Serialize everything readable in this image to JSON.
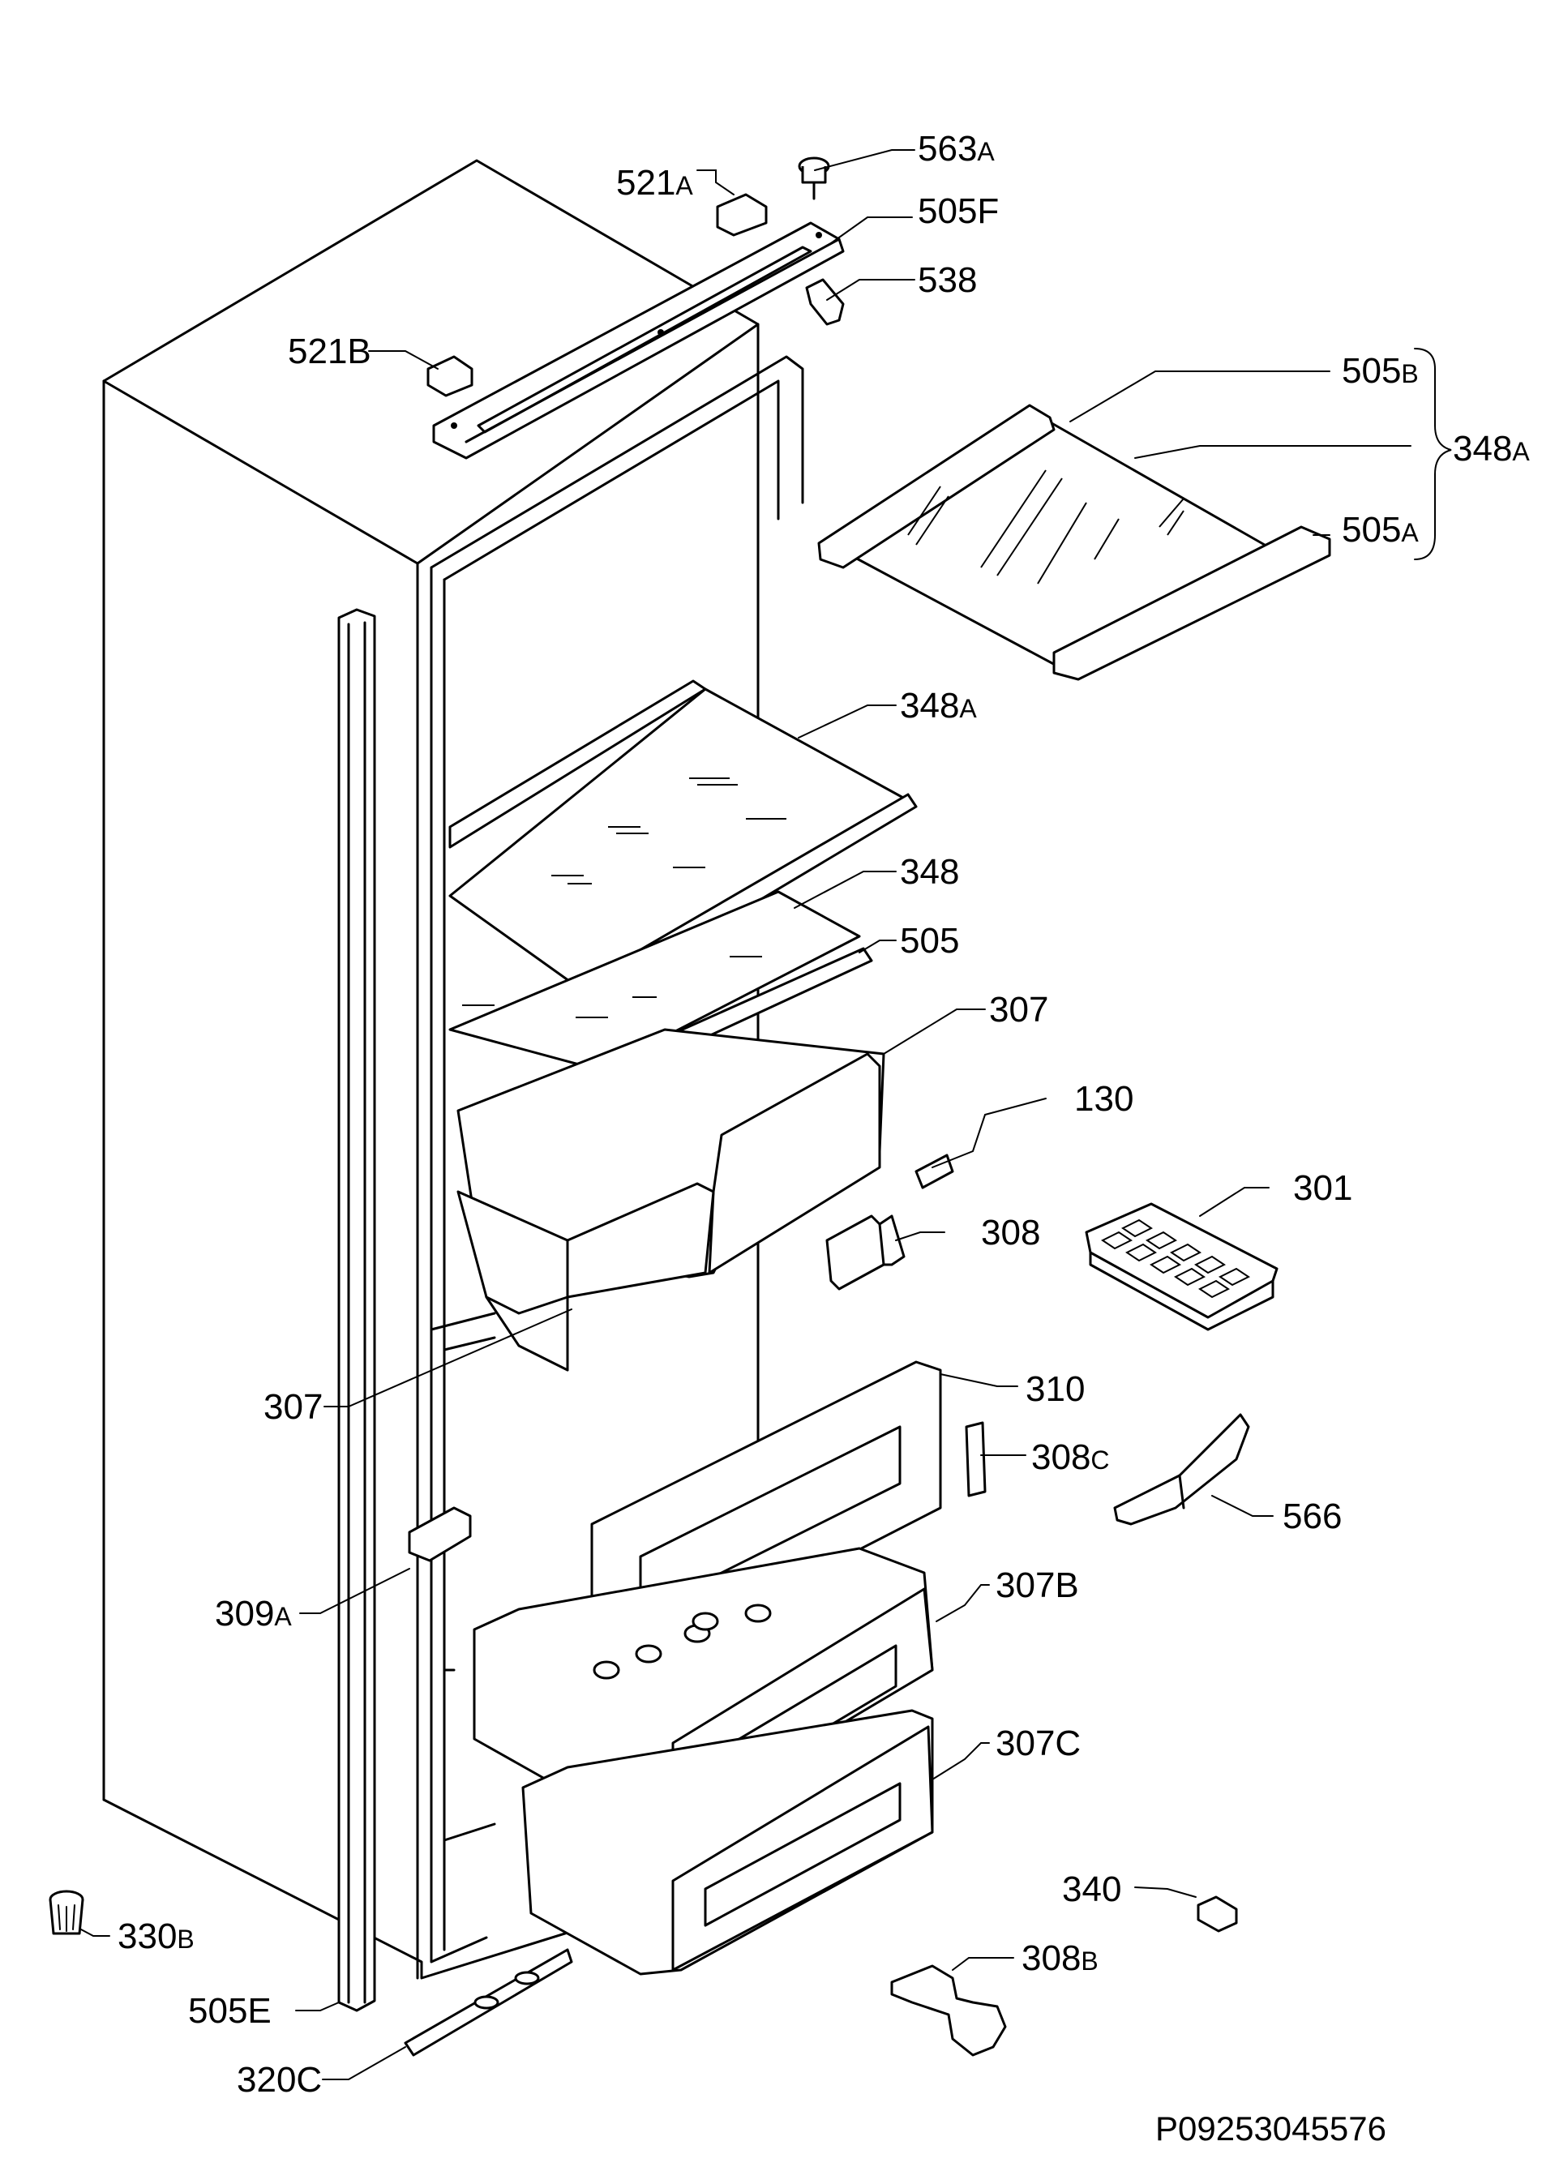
{
  "labels": {
    "p563a": {
      "main": "563",
      "suffix": "A"
    },
    "p521a": {
      "main": "521",
      "suffix": "A"
    },
    "p505f": {
      "main": "505F",
      "suffix": ""
    },
    "p538": {
      "main": "538",
      "suffix": ""
    },
    "p521b": {
      "main": "521B",
      "suffix": ""
    },
    "p505b": {
      "main": "505",
      "suffix": "B"
    },
    "p348a_bracket": {
      "main": "348",
      "suffix": "A"
    },
    "p505a": {
      "main": "505",
      "suffix": "A"
    },
    "p348a": {
      "main": "348",
      "suffix": "A"
    },
    "p348": {
      "main": "348",
      "suffix": ""
    },
    "p505": {
      "main": "505",
      "suffix": ""
    },
    "p307_upper": {
      "main": "307",
      "suffix": ""
    },
    "p130": {
      "main": "130",
      "suffix": ""
    },
    "p301": {
      "main": "301",
      "suffix": ""
    },
    "p308": {
      "main": "308",
      "suffix": ""
    },
    "p307_left": {
      "main": "307",
      "suffix": ""
    },
    "p310": {
      "main": "310",
      "suffix": ""
    },
    "p308c": {
      "main": "308",
      "suffix": "C"
    },
    "p566": {
      "main": "566",
      "suffix": ""
    },
    "p309a": {
      "main": "309",
      "suffix": "A"
    },
    "p307b": {
      "main": "307B",
      "suffix": ""
    },
    "p307c": {
      "main": "307C",
      "suffix": ""
    },
    "p340": {
      "main": "340",
      "suffix": ""
    },
    "p330b": {
      "main": "330",
      "suffix": "B"
    },
    "p308b": {
      "main": "308",
      "suffix": "B"
    },
    "p505e": {
      "main": "505E",
      "suffix": ""
    },
    "p320c": {
      "main": "320C",
      "suffix": ""
    }
  },
  "drawing_code": "P09253045576"
}
